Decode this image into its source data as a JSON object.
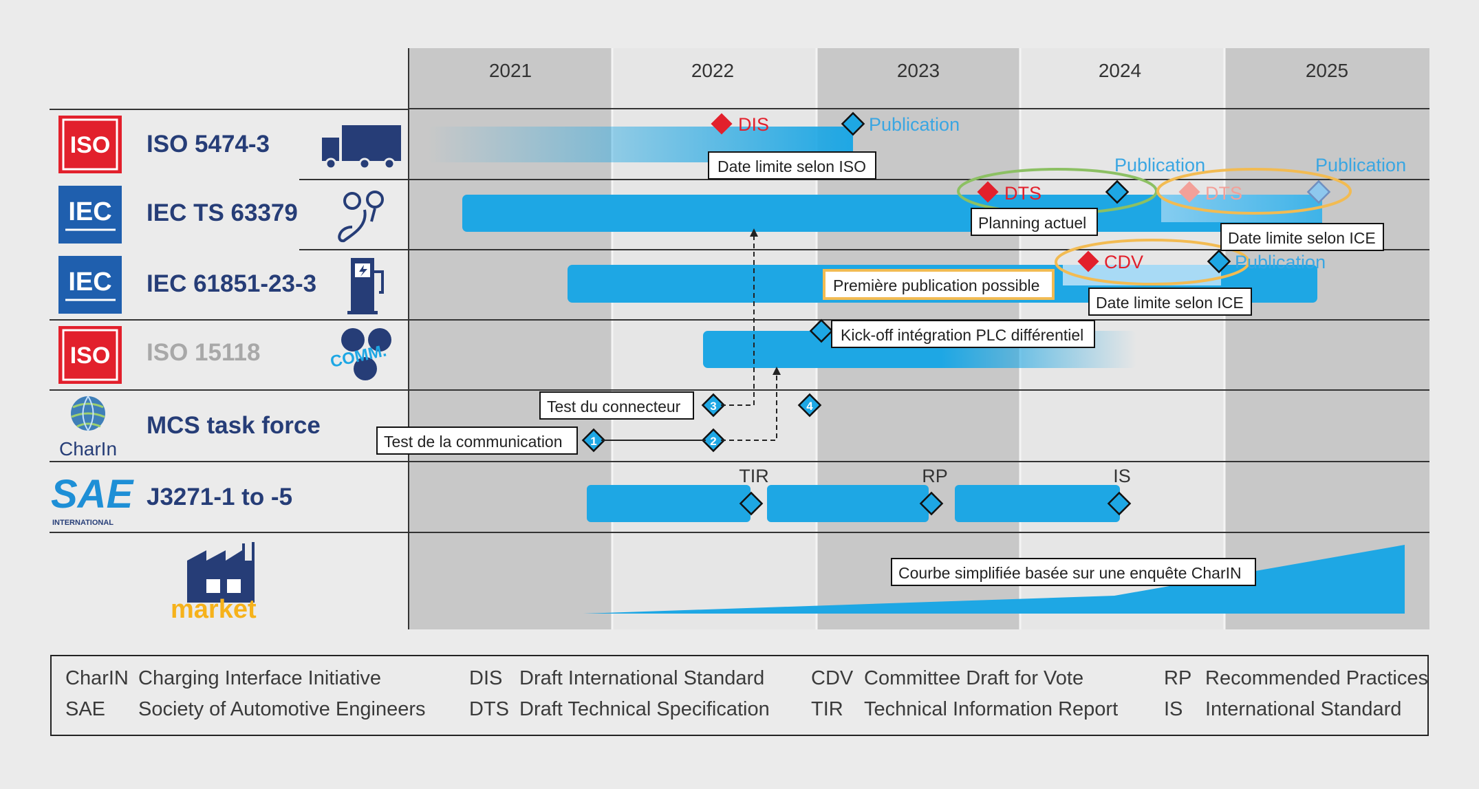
{
  "years": [
    "2021",
    "2022",
    "2023",
    "2024",
    "2025"
  ],
  "rows": [
    {
      "title": "ISO 5474-3",
      "org": "ISO"
    },
    {
      "title": "IEC TS 63379",
      "org": "IEC"
    },
    {
      "title": "IEC 61851-23-3",
      "org": "IEC"
    },
    {
      "title": "ISO 15118",
      "org": "ISO"
    },
    {
      "title": "MCS task force",
      "org": "CharIn"
    },
    {
      "title": "J3271-1 to -5",
      "org": "SAE"
    }
  ],
  "logos": {
    "iso": "ISO",
    "iec": "IEC",
    "charin": "CharIn",
    "sae": "SAE",
    "sae_sub": "INTERNATIONAL",
    "comm": "COMM.",
    "market": "market"
  },
  "milestones": {
    "dis": "DIS",
    "publication": "Publication",
    "dts": "DTS",
    "cdv": "CDV",
    "tir": "TIR",
    "rp": "RP",
    "is": "IS",
    "n1": "1",
    "n2": "2",
    "n3": "3",
    "n4": "4"
  },
  "callouts": {
    "iso_deadline": "Date limite selon ISO",
    "current_plan": "Planning actuel",
    "ice_deadline_1": "Date limite selon ICE",
    "first_pub": "Première publication possible",
    "ice_deadline_2": "Date limite selon ICE",
    "kickoff": "Kick-off intégration PLC différentiel",
    "test_connector": "Test du connecteur",
    "test_comm": "Test de la communication",
    "market_curve": "Courbe simplifiée basée sur une enquête CharIN"
  },
  "legend": [
    {
      "abbr": "CharIN",
      "text": "Charging Interface Initiative"
    },
    {
      "abbr": "SAE",
      "text": "Society of Automotive Engineers"
    },
    {
      "abbr": "DIS",
      "text": "Draft International Standard"
    },
    {
      "abbr": "DTS",
      "text": "Draft Technical Specification"
    },
    {
      "abbr": "CDV",
      "text": "Committee Draft for Vote"
    },
    {
      "abbr": "TIR",
      "text": "Technical Information Report"
    },
    {
      "abbr": "RP",
      "text": "Recommended Practices"
    },
    {
      "abbr": "IS",
      "text": "International Standard"
    }
  ],
  "colors": {
    "bar": "#1ea7e4",
    "red": "#e2202c",
    "blue_text": "#3aa6e2",
    "dark_blue": "#263d77",
    "green_ellipse": "#8cc063",
    "orange_ellipse": "#f2bb52",
    "market_yellow": "#f6b21b"
  }
}
